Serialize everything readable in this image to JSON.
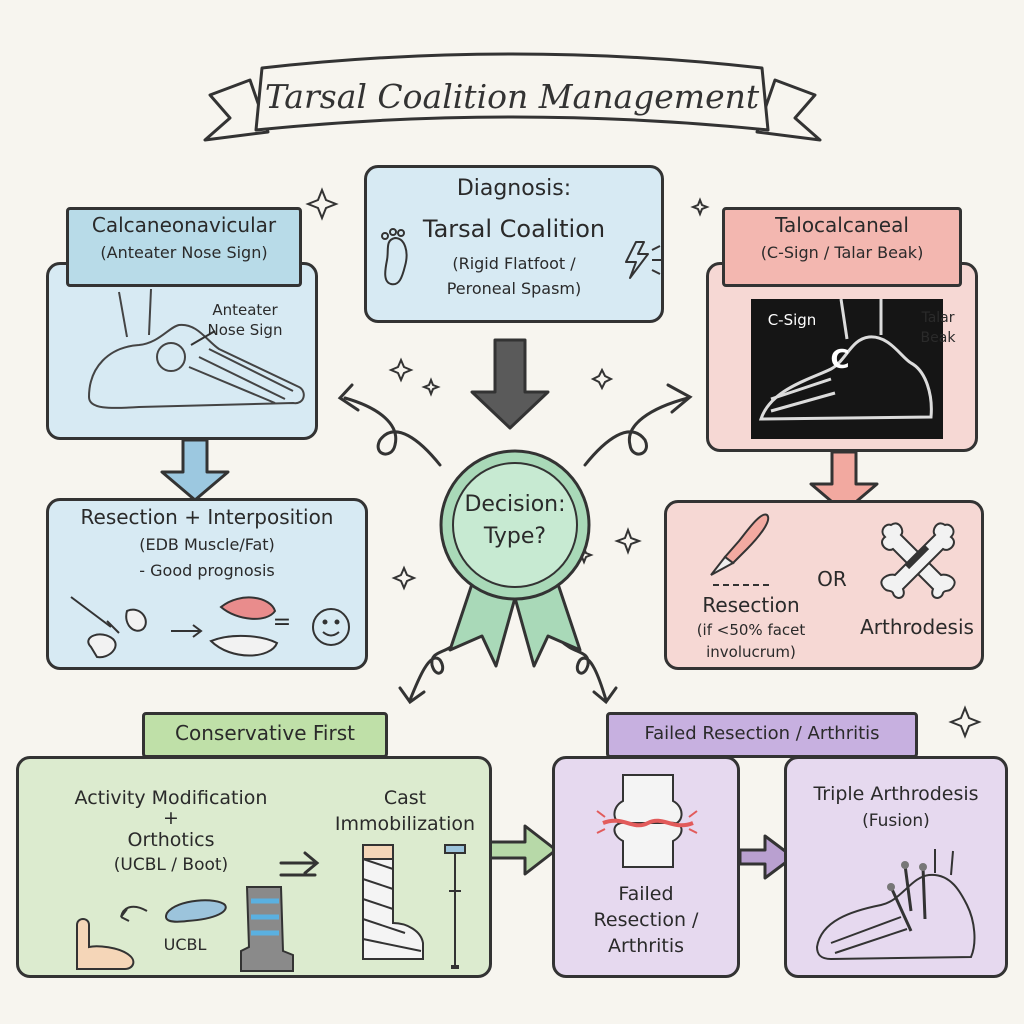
{
  "title": "Tarsal Coalition Management",
  "diagnosis": {
    "heading": "Diagnosis:",
    "name": "Tarsal Coalition",
    "sub1": "(Rigid Flatfoot /",
    "sub2": "Peroneal Spasm)"
  },
  "calcaneonavicular": {
    "title": "Calcaneonavicular",
    "subtitle": "(Anteater Nose Sign)",
    "annotation_line1": "Anteater",
    "annotation_line2": "Nose Sign"
  },
  "talocalcaneal": {
    "title": "Talocalcaneal",
    "subtitle": "(C-Sign / Talar Beak)",
    "csign": "C-Sign",
    "talar_line1": "Talar",
    "talar_line2": "Beak",
    "c_letter": "C"
  },
  "decision": {
    "line1": "Decision:",
    "line2": "Type?"
  },
  "cn_treatment": {
    "line1": "Resection + Interposition",
    "line2": "(EDB Muscle/Fat)",
    "line3": "- Good prognosis",
    "equals": "="
  },
  "tc_treatment": {
    "resection": "Resection",
    "condition1": "(if <50% facet",
    "condition2": "involucrum)",
    "or": "OR",
    "arthrodesis": "Arthrodesis"
  },
  "conservative": {
    "banner": "Conservative First",
    "activity": "Activity Modification",
    "plus": "+",
    "orthotics": "Orthotics",
    "boot": "(UCBL / Boot)",
    "cast1": "Cast",
    "cast2": "Immobilization",
    "ucbl": "UCBL"
  },
  "failed": {
    "banner": "Failed Resection / Arthritis",
    "line1": "Failed",
    "line2": "Resection /",
    "line3": "Arthritis"
  },
  "triple": {
    "line1": "Triple Arthrodesis",
    "line2": "(Fusion)"
  },
  "colors": {
    "blue": "#d7eaf3",
    "pink": "#f6d8d4",
    "green": "#dcebcf",
    "purple": "#e6d9ef",
    "ink": "#333333"
  }
}
